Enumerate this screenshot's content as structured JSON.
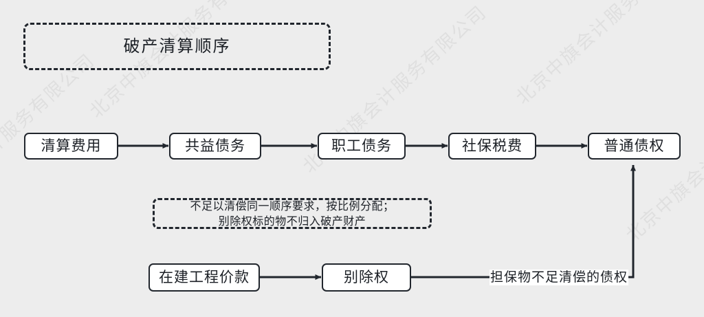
{
  "diagram": {
    "title_box": {
      "label": "破产清算顺序"
    },
    "priority_chain": [
      {
        "label": "清算费用"
      },
      {
        "label": "共益债务"
      },
      {
        "label": "职工债务"
      },
      {
        "label": "社保税费"
      },
      {
        "label": "普通债权"
      }
    ],
    "note_box": {
      "line1": "不足以清偿同一顺序要求，按比例分配；",
      "line2": "别除权标的物不归入破产财产"
    },
    "secured_chain": [
      {
        "label": "在建工程价款"
      },
      {
        "label": "别除权"
      }
    ],
    "edge_labels": {
      "shortfall": "担保物不足清偿的债权"
    },
    "colors": {
      "background": "#ededed",
      "node_fill": "#ffffff",
      "stroke": "#21262d",
      "text": "#1c2026"
    },
    "watermark": {
      "text": "北京中旗会计服务有限公司"
    }
  }
}
